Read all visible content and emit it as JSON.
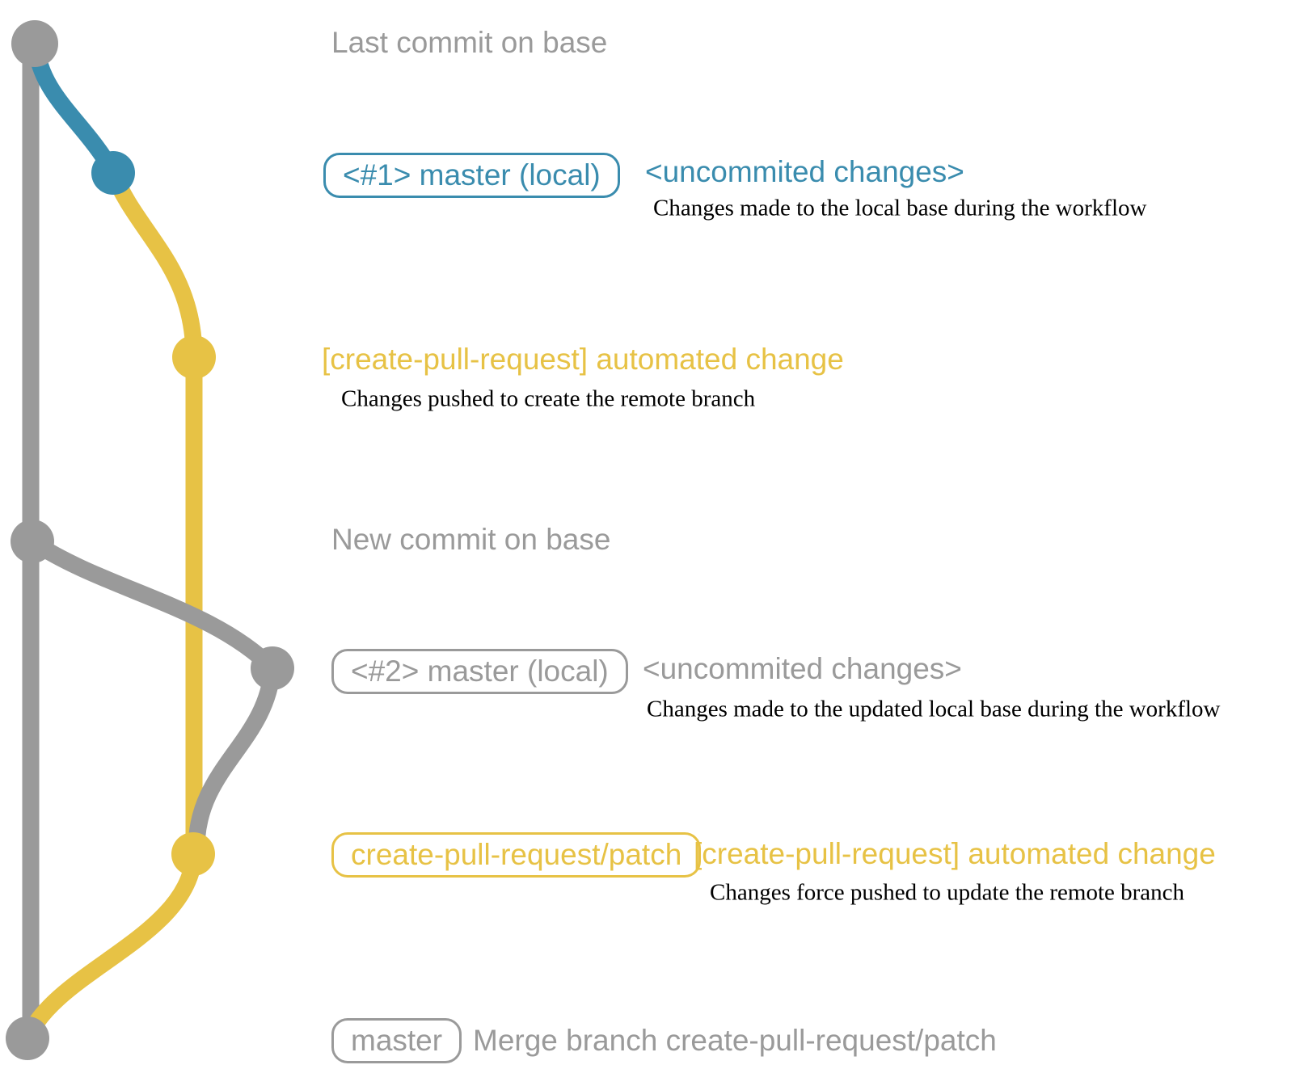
{
  "colors": {
    "base": "#9A9A9A",
    "local": "#3A8CAE",
    "remote": "#E7C245",
    "text": "#000000"
  },
  "graph": {
    "branches": [
      {
        "name": "base-branch",
        "color_key": "base"
      },
      {
        "name": "local-working-branch",
        "color_key": "local"
      },
      {
        "name": "remote-patch-branch",
        "color_key": "remote"
      }
    ]
  },
  "labels": {
    "last_commit_caption": "Last commit on base",
    "local1": {
      "badge": "<#1> master (local)",
      "message": "<uncommited changes>",
      "description": "Changes made to the local base during the workflow"
    },
    "remote1": {
      "message": "[create-pull-request] automated change",
      "description": "Changes pushed to create the remote branch"
    },
    "new_commit_caption": "New commit on base",
    "local2": {
      "badge": "<#2> master (local)",
      "message": "<uncommited changes>",
      "description": "Changes made to the updated local base during the workflow"
    },
    "remote2": {
      "badge": "create-pull-request/patch",
      "message": "[create-pull-request] automated change",
      "description": "Changes force pushed to update the remote branch"
    },
    "merge": {
      "badge": "master",
      "message": "Merge branch create-pull-request/patch"
    }
  }
}
